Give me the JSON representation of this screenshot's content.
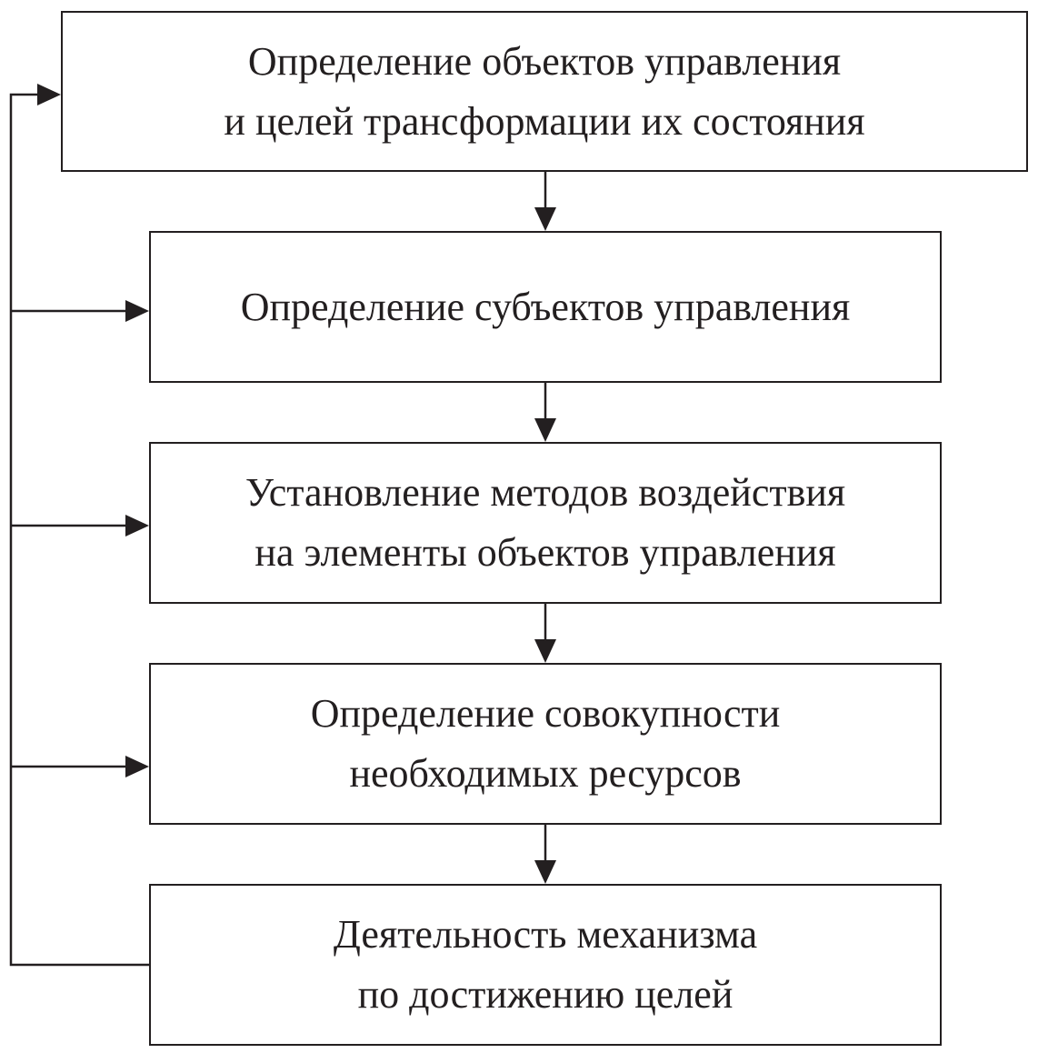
{
  "boxes": [
    {
      "lines": [
        "Определение объектов управления",
        "и целей трансформации их состояния"
      ]
    },
    {
      "lines": [
        "Определение субъектов управления"
      ]
    },
    {
      "lines": [
        "Установление методов воздействия",
        "на элементы объектов управления"
      ]
    },
    {
      "lines": [
        "Определение совокупности",
        "необходимых ресурсов"
      ]
    },
    {
      "lines": [
        "Деятельность механизма",
        "по достижению целей"
      ]
    }
  ],
  "colors": {
    "stroke": "#231f20",
    "background": "#ffffff"
  }
}
